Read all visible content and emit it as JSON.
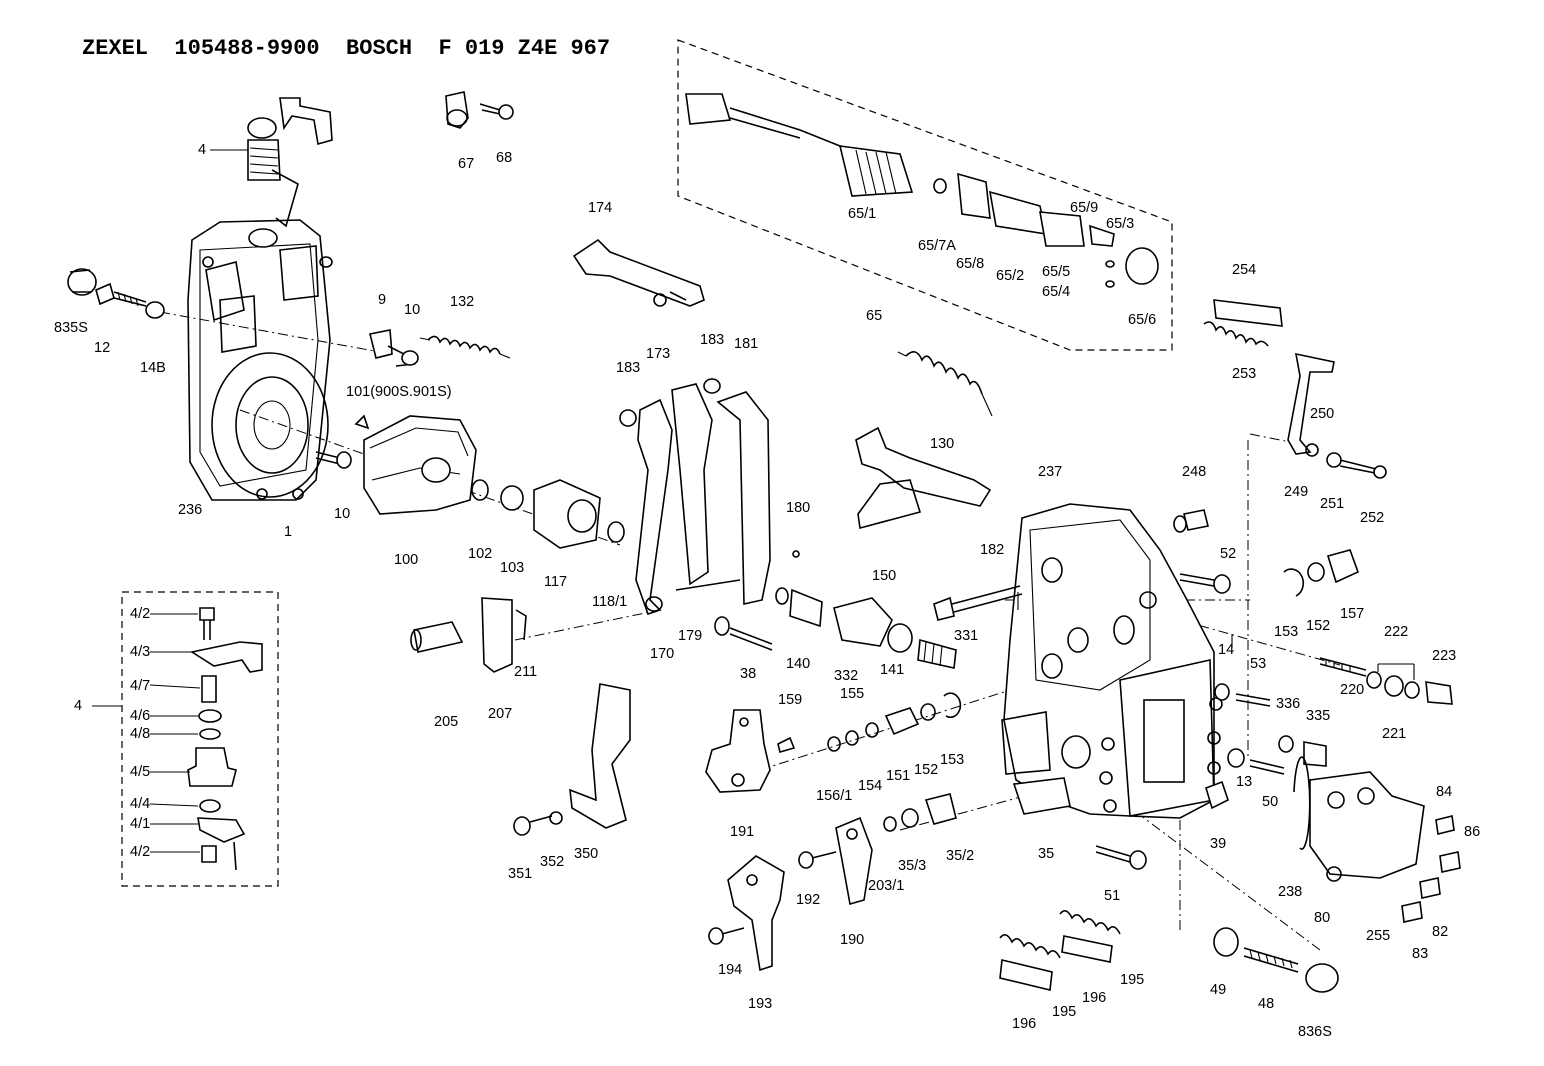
{
  "header": {
    "title": "ZEXEL  105488-9900  BOSCH  F 019 Z4E 967"
  },
  "labels": {
    "l4": "4",
    "l67": "67",
    "l68": "68",
    "l174": "174",
    "l835s": "835S",
    "l12": "12",
    "l14b": "14B",
    "l9": "9",
    "l10a": "10",
    "l132": "132",
    "l101": "101(900S.901S)",
    "l236": "236",
    "l1": "1",
    "l10b": "10",
    "l100": "100",
    "l102": "102",
    "l103": "103",
    "l117": "117",
    "l118_1": "118/1",
    "l173": "173",
    "l183a": "183",
    "l183b": "183",
    "l181": "181",
    "l180": "180",
    "l170": "170",
    "l179": "179",
    "l65_1": "65/1",
    "l65_7a": "65/7A",
    "l65_8": "65/8",
    "l65_2": "65/2",
    "l65_9": "65/9",
    "l65_3": "65/3",
    "l65_5": "65/5",
    "l65_4": "65/4",
    "l65_6": "65/6",
    "l65": "65",
    "l130": "130",
    "l150": "150",
    "l254": "254",
    "l253": "253",
    "l250": "250",
    "l249": "249",
    "l251": "251",
    "l252": "252",
    "l237": "237",
    "l248": "248",
    "l182": "182",
    "l52": "52",
    "l153a": "153",
    "l152a": "152",
    "l157": "157",
    "l222": "222",
    "l223": "223",
    "l220": "220",
    "l221": "221",
    "l14": "14",
    "l53": "53",
    "l336": "336",
    "l335": "335",
    "l13": "13",
    "l50": "50",
    "l39": "39",
    "l84": "84",
    "l86": "86",
    "l238": "238",
    "l80": "80",
    "l255": "255",
    "l82": "82",
    "l83": "83",
    "l4_2a": "4/2",
    "l4_3": "4/3",
    "l4_7": "4/7",
    "l4_6": "4/6",
    "l4_8": "4/8",
    "l4_5": "4/5",
    "l4_4": "4/4",
    "l4_1": "4/1",
    "l4_2b": "4/2",
    "l4side": "4",
    "l205": "205",
    "l207": "207",
    "l211": "211",
    "l38": "38",
    "l140": "140",
    "l332": "332",
    "l141": "141",
    "l331": "331",
    "l159": "159",
    "l155": "155",
    "l154": "154",
    "l151": "151",
    "l152b": "152",
    "l153b": "153",
    "l156_1": "156/1",
    "l191": "191",
    "l351": "351",
    "l352": "352",
    "l350": "350",
    "l192": "192",
    "l203_1": "203/1",
    "l35_3": "35/3",
    "l35_2": "35/2",
    "l35": "35",
    "l190": "190",
    "l194": "194",
    "l193": "193",
    "l51": "51",
    "l196a": "196",
    "l195a": "195",
    "l196b": "196",
    "l195b": "195",
    "l49": "49",
    "l48": "48",
    "l836s": "836S"
  }
}
